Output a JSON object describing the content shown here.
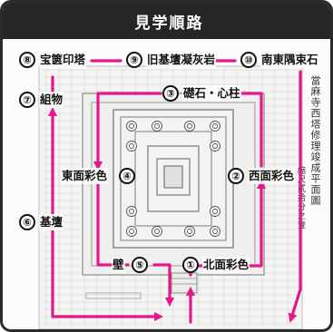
{
  "title": "見学順路",
  "route_color": "#e5178c",
  "stops": [
    {
      "num": "①",
      "label": "北面彩色"
    },
    {
      "num": "②",
      "label": "西面彩色"
    },
    {
      "num": "③",
      "label": "礎石・心柱"
    },
    {
      "num": "④",
      "label": "東面彩色"
    },
    {
      "num": "⑤",
      "label": "壁"
    },
    {
      "num": "⑥",
      "label": "基壇"
    },
    {
      "num": "⑦",
      "label": "組物"
    },
    {
      "num": "⑧",
      "label": "宝篋印塔"
    },
    {
      "num": "⑨",
      "label": "旧基壇凝灰岩"
    },
    {
      "num": "⑩",
      "label": "南東隅束石"
    }
  ],
  "drawing_caption": "當麻寺西塔修理竣成平面圖",
  "drawing_sub": "縮尺貳拾分之壹"
}
